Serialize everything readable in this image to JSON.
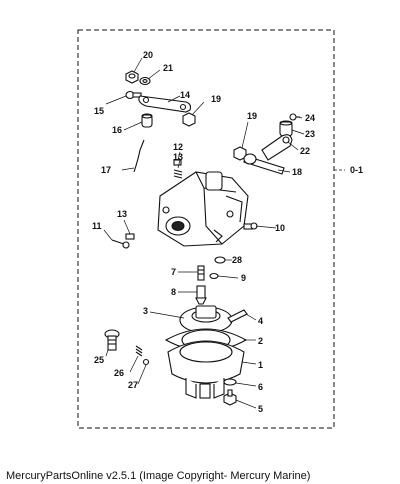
{
  "diagram": {
    "group_label": "0-1",
    "callouts": [
      "20",
      "21",
      "15",
      "14",
      "19",
      "16",
      "24",
      "19",
      "23",
      "22",
      "12",
      "13",
      "17",
      "18",
      "11",
      "13",
      "10",
      "28",
      "7",
      "9",
      "8",
      "3",
      "4",
      "2",
      "1",
      "25",
      "26",
      "27",
      "6",
      "5"
    ]
  },
  "footer": {
    "text": "MercuryPartsOnline v2.5.1 (Image Copyright- Mercury Marine)"
  }
}
